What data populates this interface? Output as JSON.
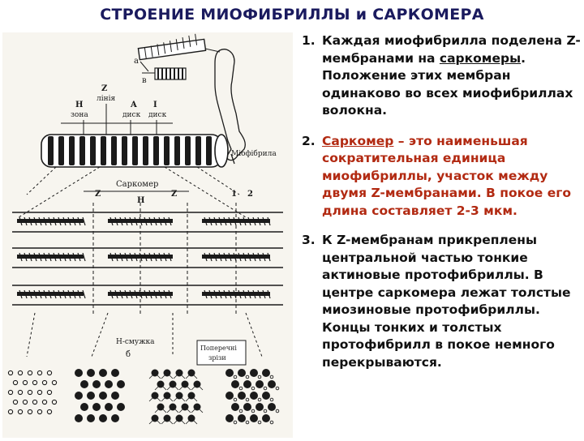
{
  "title": "СТРОЕНИЕ МИОФИБРИЛЛЫ и САРКОМЕРА",
  "diagram": {
    "labels": {
      "a": "а",
      "v": "в",
      "z_top": "Z",
      "disc_z": "лінія",
      "h_zone_letter": "H",
      "h_zone": "зона",
      "a_letter": "A",
      "a_disc": "диск",
      "i_letter": "I",
      "i_disc": "диск",
      "myofibril": "Міофібрила",
      "sarcomere": "Саркомер",
      "z_left": "Z",
      "h_mid": "H",
      "z_mid": "Z",
      "num_1": "1",
      "num_2": "2",
      "h_band": "H-смужка",
      "b_letter": "б",
      "cross_section_1": "Поперечні",
      "cross_section_2": "зрізи"
    }
  },
  "text": {
    "item1": {
      "num": "1.",
      "before": "Каждая миофибрилла поделена Z-мембранами на ",
      "link": "саркомеры",
      "after": ". Положение этих мембран одинаково во всех миофибриллах волокна."
    },
    "item2": {
      "num": "2.",
      "link": "Саркомер",
      "rest": " – это наименьшая сократительная единица миофибриллы, участок между двумя Z-мембранами. В покое его длина составляет 2-3 мкм."
    },
    "item3": {
      "num": "3.",
      "text": "К Z-мембранам прикреплены центральной частью тонкие актиновые протофибриллы. В центре саркомера лежат толстые миозиновые протофибриллы.  Концы тонких и толстых протофибрилл в покое немного перекрываются."
    }
  },
  "colors": {
    "title": "#1a1a5e",
    "text": "#111111",
    "red_text": "#b22a12",
    "ink": "#1b1b1b"
  }
}
